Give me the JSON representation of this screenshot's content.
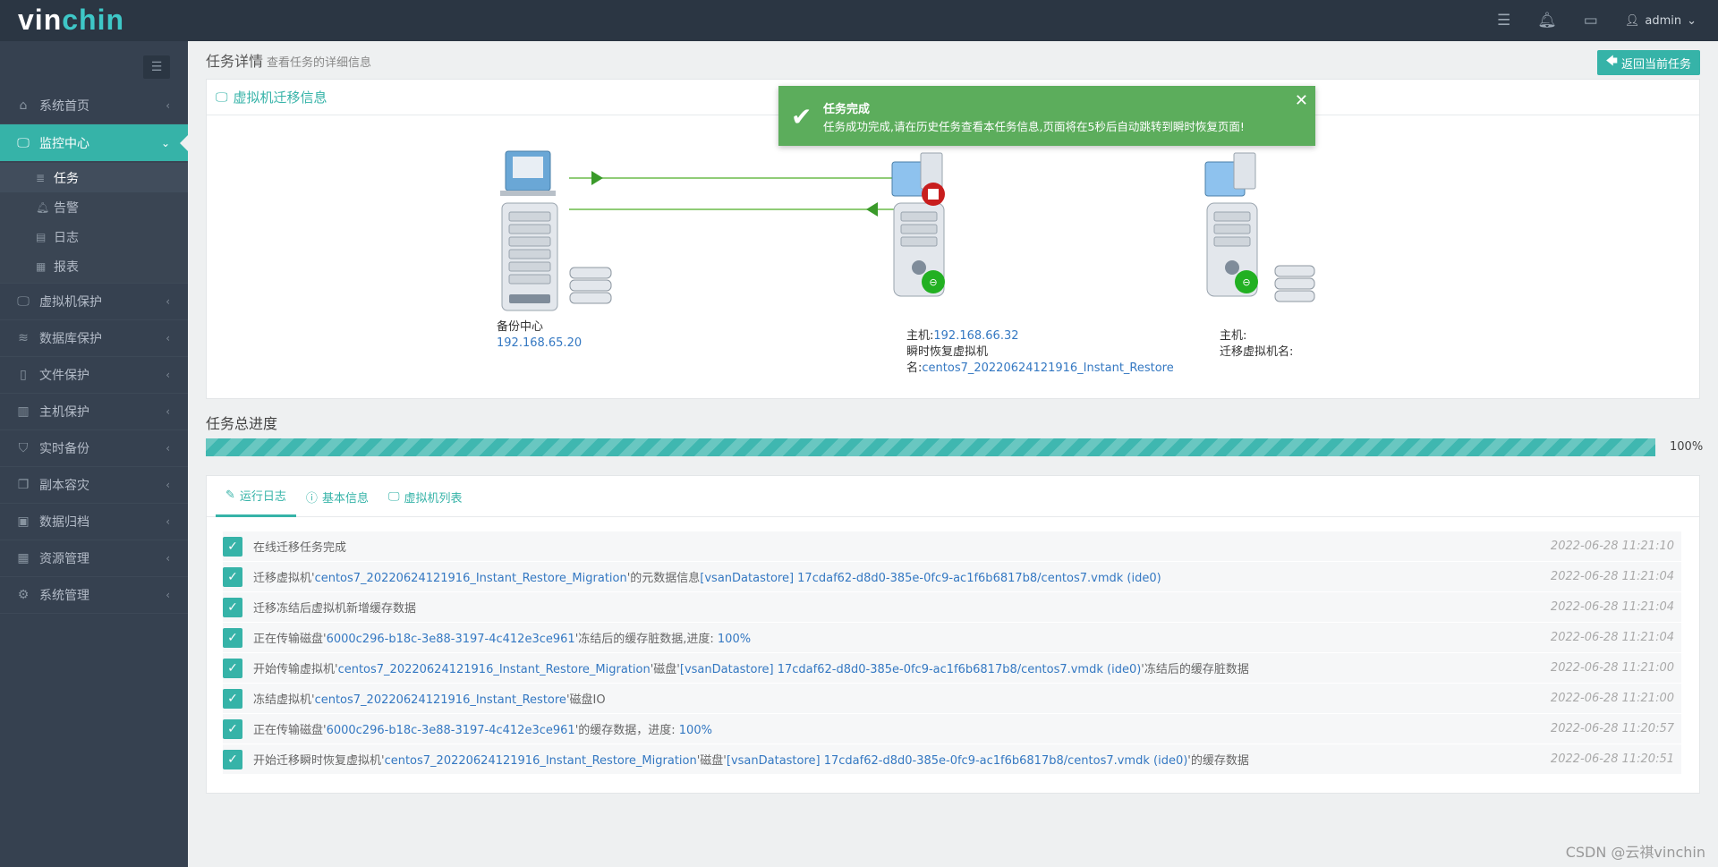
{
  "brand": {
    "logo_part1": "vin",
    "logo_part2": "chin"
  },
  "topbar": {
    "user": "admin"
  },
  "sidebar": {
    "items": [
      {
        "label": "系统首页",
        "icon": "home-icon"
      },
      {
        "label": "监控中心",
        "icon": "monitor-icon",
        "active": true,
        "children": [
          {
            "label": "任务",
            "icon": "list-icon",
            "active": true
          },
          {
            "label": "告警",
            "icon": "bell-icon"
          },
          {
            "label": "日志",
            "icon": "log-icon"
          },
          {
            "label": "报表",
            "icon": "report-icon"
          }
        ]
      },
      {
        "label": "虚拟机保护",
        "icon": "monitor-icon"
      },
      {
        "label": "数据库保护",
        "icon": "database-icon"
      },
      {
        "label": "文件保护",
        "icon": "file-icon"
      },
      {
        "label": "主机保护",
        "icon": "host-icon"
      },
      {
        "label": "实时备份",
        "icon": "shield-icon"
      },
      {
        "label": "副本容灾",
        "icon": "copy-icon"
      },
      {
        "label": "数据归档",
        "icon": "archive-icon"
      },
      {
        "label": "资源管理",
        "icon": "grid-icon"
      },
      {
        "label": "系统管理",
        "icon": "gear-icon"
      }
    ]
  },
  "page": {
    "title": "任务详情",
    "subtitle": "查看任务的详细信息",
    "back_button": "返回当前任务"
  },
  "toast": {
    "title": "任务完成",
    "message": "任务成功完成,请在历史任务查看本任务信息,页面将在5秒后自动跳转到瞬时恢复页面!"
  },
  "migration": {
    "title": "虚拟机迁移信息",
    "backup_center": {
      "label": "备份中心",
      "ip": "192.168.65.20"
    },
    "source_host": {
      "host_label": "主机:",
      "host_ip": "192.168.66.32",
      "vm_label_1": "瞬时恢复虚拟机",
      "vm_label_2": "名:",
      "vm_name": "centos7_20220624121916_Instant_Restore"
    },
    "target_host": {
      "host_label": "主机:",
      "vm_label": "迁移虚拟机名:"
    }
  },
  "progress": {
    "title": "任务总进度",
    "percent_text": "100%",
    "value": 1.0
  },
  "tabs": [
    {
      "label": "运行日志",
      "icon": "edit-icon",
      "active": true
    },
    {
      "label": "基本信息",
      "icon": "info-icon"
    },
    {
      "label": "虚拟机列表",
      "icon": "monitor-icon"
    }
  ],
  "logs": [
    {
      "parts": [
        [
          "t",
          "在线迁移任务完成"
        ]
      ],
      "time": "2022-06-28 11:21:10"
    },
    {
      "parts": [
        [
          "t",
          "迁移虚拟机'"
        ],
        [
          "l",
          "centos7_20220624121916_Instant_Restore_Migration"
        ],
        [
          "t",
          "'的元数据信息"
        ],
        [
          "l",
          "[vsanDatastore] 17cdaf62-d8d0-385e-0fc9-ac1f6b6817b8/centos7.vmdk (ide0)"
        ]
      ],
      "time": "2022-06-28 11:21:04"
    },
    {
      "parts": [
        [
          "t",
          "迁移冻结后虚拟机新增缓存数据"
        ]
      ],
      "time": "2022-06-28 11:21:04"
    },
    {
      "parts": [
        [
          "t",
          "正在传输磁盘'"
        ],
        [
          "l",
          "6000c296-b18c-3e88-3197-4c412e3ce961"
        ],
        [
          "t",
          "'冻结后的缓存脏数据,进度: "
        ],
        [
          "l",
          "100%"
        ]
      ],
      "time": "2022-06-28 11:21:04"
    },
    {
      "parts": [
        [
          "t",
          "开始传输虚拟机'"
        ],
        [
          "l",
          "centos7_20220624121916_Instant_Restore_Migration"
        ],
        [
          "t",
          "'磁盘'"
        ],
        [
          "l",
          "[vsanDatastore] 17cdaf62-d8d0-385e-0fc9-ac1f6b6817b8/centos7.vmdk (ide0)"
        ],
        [
          "t",
          "'冻结后的缓存脏数据"
        ]
      ],
      "time": "2022-06-28 11:21:00"
    },
    {
      "parts": [
        [
          "t",
          "冻结虚拟机'"
        ],
        [
          "l",
          "centos7_20220624121916_Instant_Restore"
        ],
        [
          "t",
          "'磁盘IO"
        ]
      ],
      "time": "2022-06-28 11:21:00"
    },
    {
      "parts": [
        [
          "t",
          "正在传输磁盘'"
        ],
        [
          "l",
          "6000c296-b18c-3e88-3197-4c412e3ce961"
        ],
        [
          "t",
          "'的缓存数据，进度: "
        ],
        [
          "l",
          "100%"
        ]
      ],
      "time": "2022-06-28 11:20:57"
    },
    {
      "parts": [
        [
          "t",
          "开始迁移瞬时恢复虚拟机'"
        ],
        [
          "l",
          "centos7_20220624121916_Instant_Restore_Migration"
        ],
        [
          "t",
          "'磁盘'"
        ],
        [
          "l",
          "[vsanDatastore] 17cdaf62-d8d0-385e-0fc9-ac1f6b6817b8/centos7.vmdk (ide0)"
        ],
        [
          "t",
          "'的缓存数据"
        ]
      ],
      "time": "2022-06-28 11:20:51"
    }
  ],
  "watermark": "CSDN @云祺vinchin",
  "colors": {
    "accent": "#36b3a8",
    "link": "#3478c2",
    "toast": "#5cad5c",
    "topbar": "#2b3643",
    "sidebar": "#364150"
  }
}
